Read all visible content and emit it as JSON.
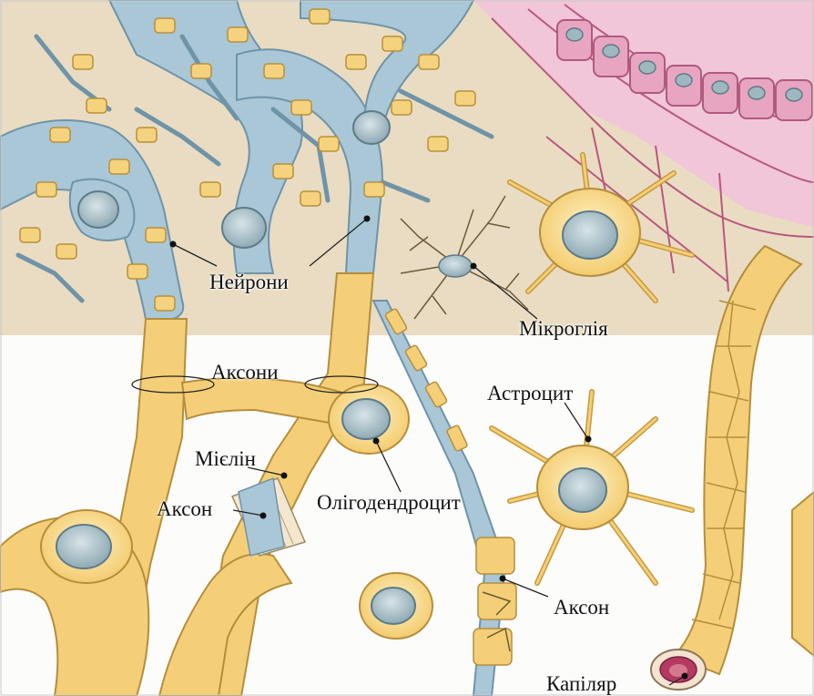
{
  "labels": {
    "neurons": "Нейрони",
    "microglia": "Мікроглія",
    "axons": "Аксони",
    "astrocyte": "Астроцит",
    "myelin": "Мієлін",
    "axon_left": "Аксон",
    "oligodendrocyte": "Олігодендроцит",
    "axon_right": "Аксон",
    "capillary": "Капіляр"
  },
  "colors": {
    "tissue_background": "#e8d9bd",
    "neuron_blue": "#a9c7d6",
    "glia_yellow": "#f4cf78",
    "epithelium_pink": "#e6a7c2",
    "nucleus_grey": "#a6bcc4"
  }
}
